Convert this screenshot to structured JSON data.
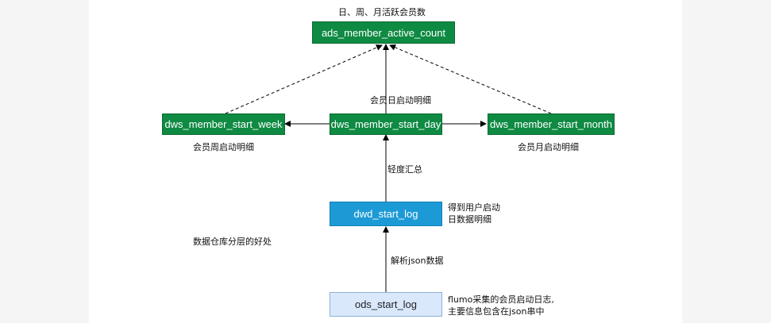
{
  "diagram": {
    "nodes": {
      "ads": "ads_member_active_count",
      "dws_week": "dws_member_start_week",
      "dws_day": "dws_member_start_day",
      "dws_month": "dws_member_start_month",
      "dwd": "dwd_start_log",
      "ods": "ods_start_log"
    },
    "labels": {
      "ads_title": "日、周、月活跃会员数",
      "day_detail": "会员日启动明细",
      "week_detail": "会员周启动明细",
      "month_detail": "会员月启动明细",
      "light_summary": "轻度汇总",
      "dwd_note_line1": "得到用户启动",
      "dwd_note_line2": "日数据明细",
      "benefit": "数据仓库分层的好处",
      "parse_json": "解析json数据",
      "ods_note_line1": "flumo采集的会员启动日志,",
      "ods_note_line2": "主要信息包含在json串中"
    },
    "colors": {
      "green": "#0f8a43",
      "blue": "#1c9ad6",
      "light_blue": "#dae8fc",
      "edge": "#000000"
    }
  }
}
